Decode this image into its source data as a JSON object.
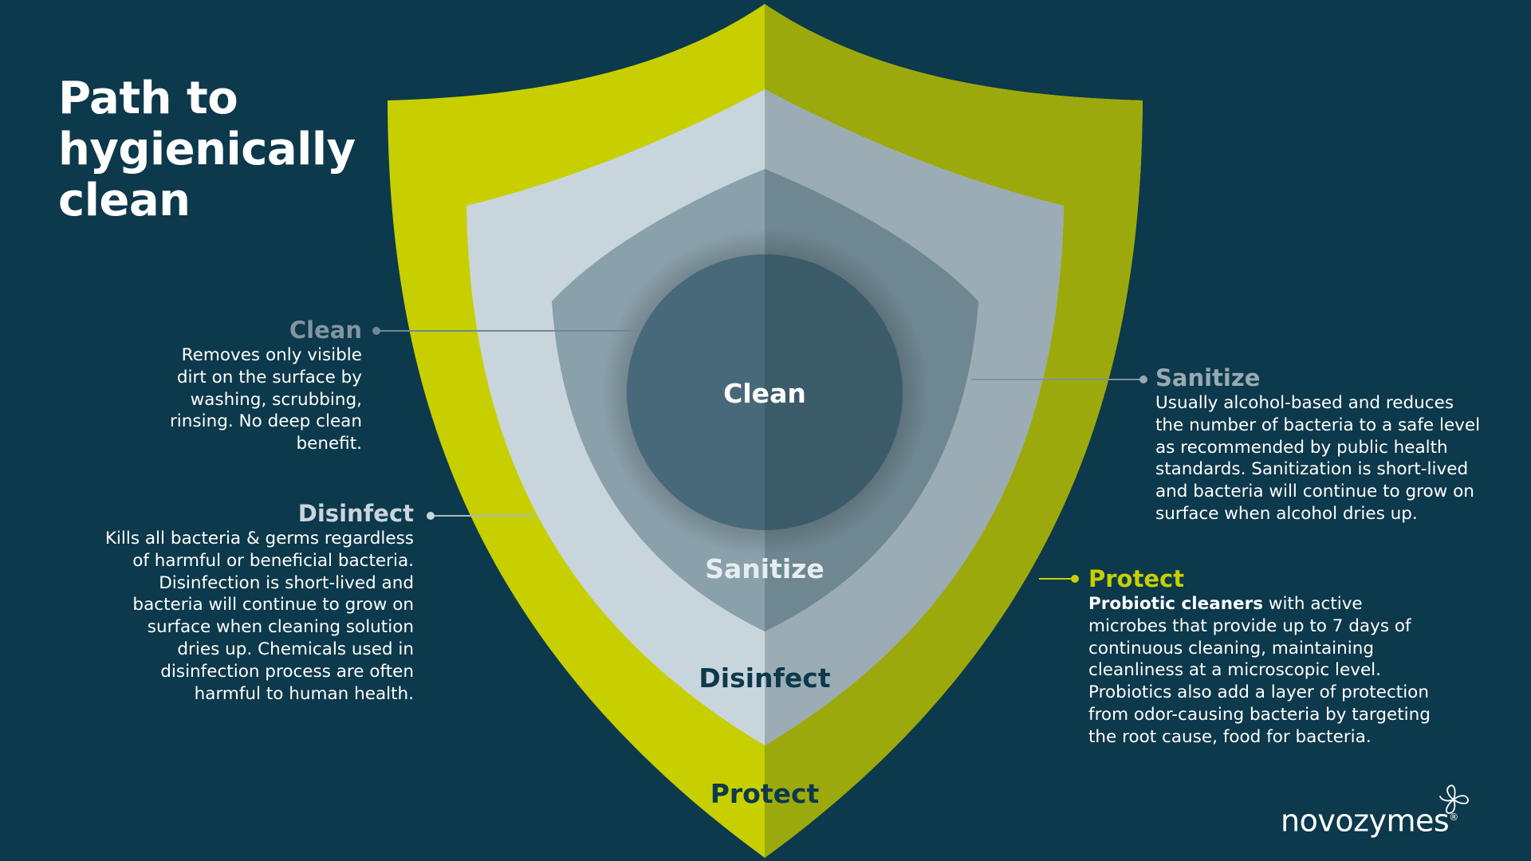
{
  "title": "Path to\nhygienically\nclean",
  "shield_labels": {
    "clean": "Clean",
    "sanitize": "Sanitize",
    "disinfect": "Disinfect",
    "protect": "Protect"
  },
  "callouts": {
    "clean": {
      "heading": "Clean",
      "text": "Removes only visible dirt on the surface by washing, scrubbing, rinsing. No deep clean benefit."
    },
    "disinfect": {
      "heading": "Disinfect",
      "text": "Kills all bacteria & germs regardless of harmful or beneficial bacteria. Disinfection is short-lived and bacteria will continue to grow on surface when cleaning solution dries up. Chemicals used in disinfection process are often harmful to human health."
    },
    "sanitize": {
      "heading": "Sanitize",
      "text": "Usually alcohol-based and reduces the number of bacteria to a safe level as recommended by public health standards. Sanitization is short-lived and bacteria will continue to grow on surface when alcohol dries up."
    },
    "protect": {
      "heading": "Protect",
      "bold_lead": "Probiotic cleaners",
      "text": " with active microbes that provide up to 7 days of continuous cleaning, maintaining cleanliness at a microscopic level. Probiotics also add a layer of protection from odor-causing bacteria by targeting the root cause, food for bacteria."
    }
  },
  "brand": {
    "name": "novozymes",
    "mark": "®"
  },
  "colors": {
    "background": "#0c394b",
    "protect_layer": "#c7cf00",
    "disinfect_layer": "#c9d5dc",
    "sanitize_layer": "#8aa0aa",
    "clean_core": "#41616f"
  }
}
